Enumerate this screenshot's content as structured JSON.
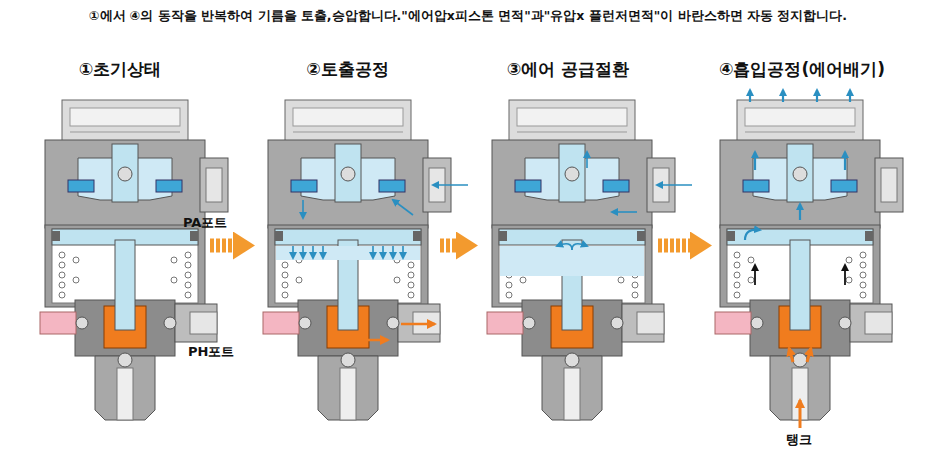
{
  "diagram": {
    "title": "①에서 ④의 동작을 반복하여 기름을 토출,승압합니다.\"에어압x피스톤 면적\"과\"유압x 플런저면적\"이 바란스하면 자동 정지합니다.",
    "nodes": [
      {
        "text": [
          "①초기상태"
        ]
      },
      {
        "text": [
          "②토출공정"
        ]
      },
      {
        "text": [
          "③에어 공급절환"
        ]
      },
      {
        "text": [
          "④흡입공정(에어배기)"
        ]
      }
    ],
    "edges": [
      {
        "from": 0,
        "to": 1,
        "arrow": "to"
      },
      {
        "from": 1,
        "to": 2,
        "arrow": "to"
      },
      {
        "from": 2,
        "to": 3,
        "arrow": "to"
      }
    ],
    "labels": [
      "PA포트",
      "PH포트",
      "탱크"
    ]
  }
}
